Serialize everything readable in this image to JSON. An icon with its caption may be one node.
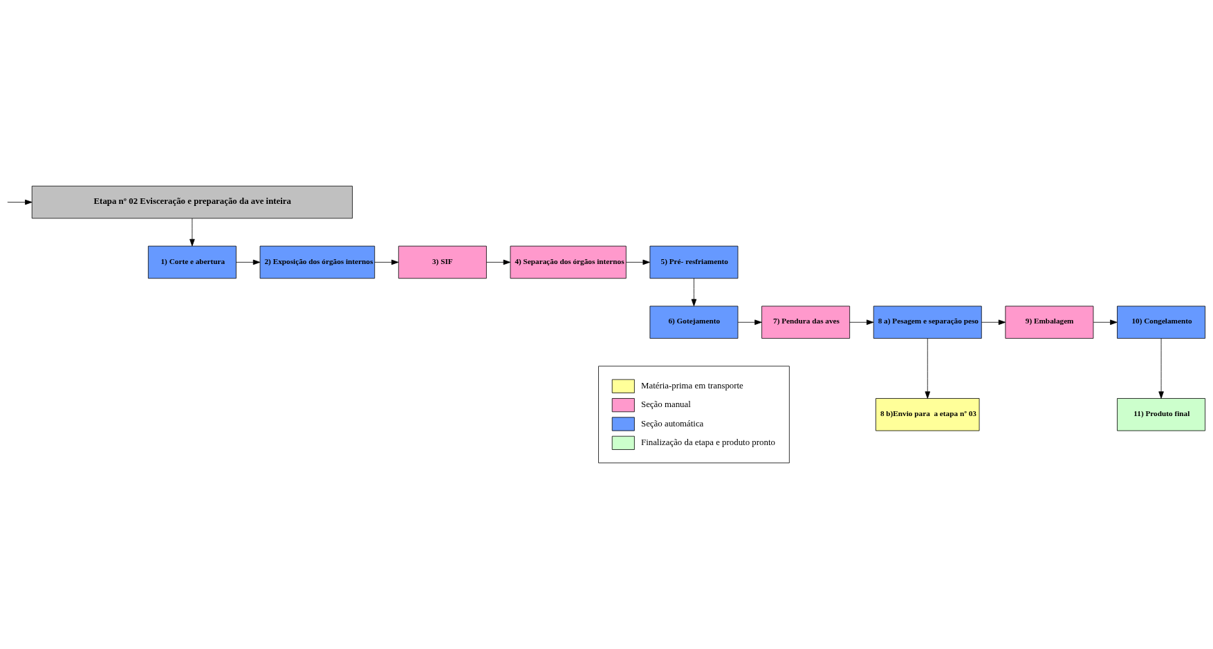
{
  "diagram": {
    "nodes": [
      {
        "text": [
          "Etapa nº 02 Evisceração e preparação da ave inteira"
        ]
      },
      {
        "text": [
          "1) Corte e abertura"
        ]
      },
      {
        "text": [
          "2) Exposição dos órgãos internos"
        ]
      },
      {
        "text": [
          "3) SIF"
        ]
      },
      {
        "text": [
          "4) Separação dos órgãos internos"
        ]
      },
      {
        "text": [
          "5) Pré- resfriamento"
        ]
      },
      {
        "text": [
          "6) Gotejamento"
        ]
      },
      {
        "text": [
          "7) Pendura das aves"
        ]
      },
      {
        "text": [
          "8 a) Pesagem e separação peso"
        ]
      },
      {
        "text": [
          "9) Embalagem"
        ]
      },
      {
        "text": [
          "10) Congelamento"
        ]
      },
      {
        "text": [
          "11) Produto final"
        ]
      },
      {
        "text": [
          "8 b)Envio para  a etapa nº 03"
        ]
      }
    ],
    "edges": [
      {
        "from": null,
        "to": 0,
        "arrow": "to"
      },
      {
        "from": 0,
        "to": 1,
        "arrow": "to"
      },
      {
        "from": 1,
        "to": 2,
        "arrow": "to"
      },
      {
        "from": 2,
        "to": 3,
        "arrow": "to"
      },
      {
        "from": 3,
        "to": 4,
        "arrow": "to"
      },
      {
        "from": 4,
        "to": 5,
        "arrow": "to"
      },
      {
        "from": 5,
        "to": 6,
        "arrow": "to"
      },
      {
        "from": 6,
        "to": 7,
        "arrow": "to"
      },
      {
        "from": 7,
        "to": 8,
        "arrow": "to"
      },
      {
        "from": 8,
        "to": 9,
        "arrow": "to"
      },
      {
        "from": 9,
        "to": 10,
        "arrow": "to"
      },
      {
        "from": 10,
        "to": 11,
        "arrow": "to"
      },
      {
        "from": 8,
        "to": 12,
        "arrow": "to"
      }
    ],
    "legend": [
      {
        "text": "Matéria-prima em transporte",
        "color": "#ffff99"
      },
      {
        "text": "Seção manual",
        "color": "#ff99cc"
      },
      {
        "text": "Seção automática",
        "color": "#6699ff"
      },
      {
        "text": "Finalização da etapa e produto pronto",
        "color": "#ccffcc"
      }
    ]
  }
}
